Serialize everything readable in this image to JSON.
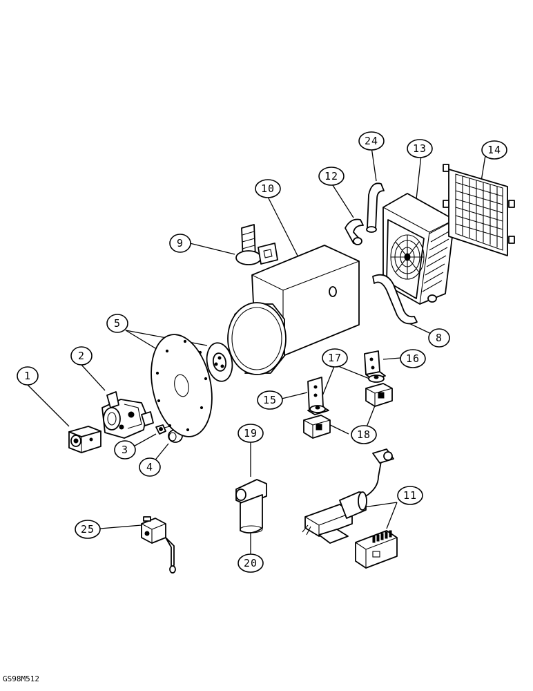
{
  "figure_code": "GS98M512",
  "callouts": [
    {
      "id": "1",
      "label": "1"
    },
    {
      "id": "2",
      "label": "2"
    },
    {
      "id": "3",
      "label": "3"
    },
    {
      "id": "4",
      "label": "4"
    },
    {
      "id": "5",
      "label": "5"
    },
    {
      "id": "8",
      "label": "8"
    },
    {
      "id": "9",
      "label": "9"
    },
    {
      "id": "10",
      "label": "10"
    },
    {
      "id": "11",
      "label": "11"
    },
    {
      "id": "12",
      "label": "12"
    },
    {
      "id": "13",
      "label": "13"
    },
    {
      "id": "14",
      "label": "14"
    },
    {
      "id": "15",
      "label": "15"
    },
    {
      "id": "16",
      "label": "16"
    },
    {
      "id": "17",
      "label": "17"
    },
    {
      "id": "18",
      "label": "18"
    },
    {
      "id": "19",
      "label": "19"
    },
    {
      "id": "20",
      "label": "20"
    },
    {
      "id": "24",
      "label": "24"
    },
    {
      "id": "25",
      "label": "25"
    }
  ]
}
